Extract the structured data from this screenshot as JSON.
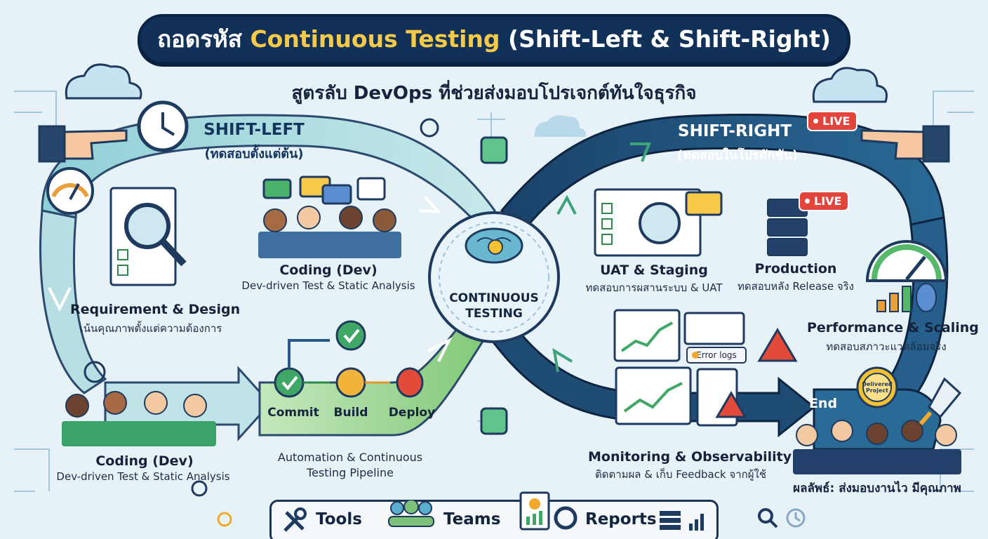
{
  "title": {
    "prefix": "ถอดรหัส",
    "highlight": "Continuous Testing",
    "suffix": "(Shift-Left & Shift-Right)"
  },
  "subtitle": "สูตรลับ DevOps ที่ช่วยส่งมอบโปรเจกต์ทันใจธุรกิจ",
  "shift_left": {
    "title": "SHIFT-LEFT",
    "subtitle": "(ทดสอบตั้งแต่ต้น)"
  },
  "shift_right": {
    "title": "SHIFT-RIGHT",
    "subtitle": "(ทดสอบในโปรดักชัน)"
  },
  "core": {
    "line1": "CONTINUOUS",
    "line2": "TESTING"
  },
  "stages": {
    "requirement": {
      "title": "Requirement & Design",
      "desc": "เน้นคุณภาพตั้งแต่ความต้องการ"
    },
    "coding_top": {
      "title": "Coding (Dev)",
      "desc": "Dev-driven Test & Static Analysis"
    },
    "coding_bottom": {
      "title": "Coding (Dev)",
      "desc": "Dev-driven Test & Static Analysis"
    },
    "uat": {
      "title": "UAT & Staging",
      "desc": "ทดสอบการผสานระบบ & UAT"
    },
    "production": {
      "title": "Production",
      "desc": "ทดสอบหลัง Release จริง"
    },
    "performance": {
      "title": "Performance & Scaling",
      "desc": "ทดสอบสภาวะแวดล้อมจริง"
    },
    "monitoring": {
      "title": "Monitoring & Observability",
      "desc": "ติดตามผล & เก็บ Feedback จากผู้ใช้"
    }
  },
  "pipeline": {
    "steps": [
      "Commit",
      "Build",
      "Deploy"
    ],
    "caption_line1": "Automation & Continuous",
    "caption_line2": "Testing Pipeline"
  },
  "badges": {
    "live": "LIVE",
    "error_logs": "Error logs",
    "delivered": "Delivered Project"
  },
  "end_label": "End",
  "result": "ผลลัพธ์: ส่งมอบงานไว มีคุณภาพ",
  "bottom_bar": {
    "tools": "Tools",
    "teams": "Teams",
    "reports": "Reports"
  },
  "colors": {
    "title_bg": "#123158",
    "title_highlight": "#f7c948",
    "shift_left_band": "#a9d8dc",
    "shift_right_band": "#1e4f78",
    "pipeline_green": "#8fce86",
    "live_red": "#e2453c"
  }
}
